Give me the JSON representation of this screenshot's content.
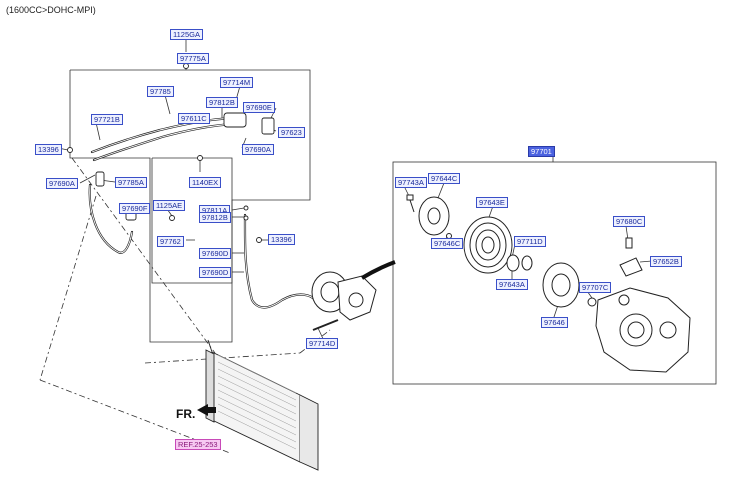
{
  "header": {
    "engine_note": "(1600CC>DOHC-MPI)"
  },
  "direction": {
    "label": "FR."
  },
  "labels": [
    {
      "id": "1125GA",
      "text": "1125GA"
    },
    {
      "id": "97775A",
      "text": "97775A"
    },
    {
      "id": "97714M",
      "text": "97714M"
    },
    {
      "id": "97785",
      "text": "97785"
    },
    {
      "id": "97812B",
      "text": "97812B"
    },
    {
      "id": "97690E",
      "text": "97690E"
    },
    {
      "id": "97721B",
      "text": "97721B"
    },
    {
      "id": "97611C",
      "text": "97611C"
    },
    {
      "id": "97623",
      "text": "97623"
    },
    {
      "id": "13396a",
      "text": "13396"
    },
    {
      "id": "97690A1",
      "text": "97690A"
    },
    {
      "id": "97690A2",
      "text": "97690A"
    },
    {
      "id": "97785A",
      "text": "97785A"
    },
    {
      "id": "1140EX",
      "text": "1140EX"
    },
    {
      "id": "97690F",
      "text": "97690F"
    },
    {
      "id": "1125AE",
      "text": "1125AE"
    },
    {
      "id": "97811A",
      "text": "97811A"
    },
    {
      "id": "97812B2",
      "text": "97812B"
    },
    {
      "id": "97762",
      "text": "97762"
    },
    {
      "id": "13396b",
      "text": "13396"
    },
    {
      "id": "97690D1",
      "text": "97690D"
    },
    {
      "id": "97690D2",
      "text": "97690D"
    },
    {
      "id": "97714D",
      "text": "97714D"
    },
    {
      "id": "97701",
      "text": "97701",
      "selected": true
    },
    {
      "id": "97743A",
      "text": "97743A"
    },
    {
      "id": "97644C",
      "text": "97644C"
    },
    {
      "id": "97643E",
      "text": "97643E"
    },
    {
      "id": "97680C",
      "text": "97680C"
    },
    {
      "id": "97646C",
      "text": "97646C"
    },
    {
      "id": "97711D",
      "text": "97711D"
    },
    {
      "id": "97652B",
      "text": "97652B"
    },
    {
      "id": "97643A",
      "text": "97643A"
    },
    {
      "id": "97707C",
      "text": "97707C"
    },
    {
      "id": "97646",
      "text": "97646"
    },
    {
      "id": "REF25253",
      "text": "REF.25-253",
      "ref": true
    }
  ]
}
